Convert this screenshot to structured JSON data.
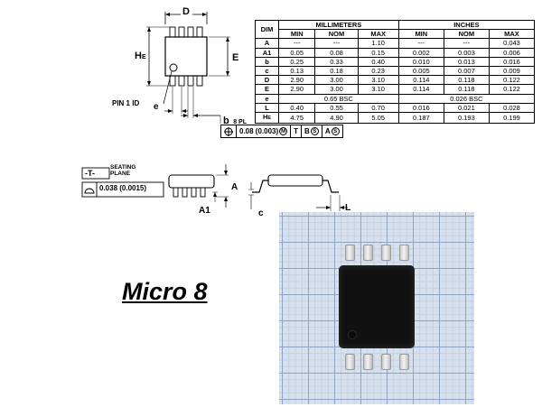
{
  "top_view": {
    "dim_d": "D",
    "dim_he_main": "H",
    "dim_he_sub": "E",
    "dim_e_side": "E",
    "pin1_label": "PIN 1 ID",
    "dim_e_pitch": "e",
    "dim_b_main": "b",
    "dim_b_note": "8 PL"
  },
  "tolerance_frame": {
    "value": "0.08 (0.003)",
    "mod_m": "M",
    "datum_t": "T",
    "datum_b": "B",
    "mod_s1": "S",
    "datum_a": "A",
    "mod_s2": "S"
  },
  "side_view": {
    "datum_t": "-T-",
    "seating_line1": "SEATING",
    "seating_line2": "PLANE",
    "flatness_value": "0.038 (0.0015)",
    "dim_a": "A",
    "dim_a1": "A1",
    "dim_c": "c",
    "dim_l": "L"
  },
  "table": {
    "header_dim": "DIM",
    "header_mm": "MILLIMETERS",
    "header_in": "INCHES",
    "sub_headers": [
      "MIN",
      "NOM",
      "MAX",
      "MIN",
      "NOM",
      "MAX"
    ],
    "rows": [
      {
        "dim": "A",
        "cells": [
          "---",
          "---",
          "1.10",
          "---",
          "---",
          "0.043"
        ]
      },
      {
        "dim": "A1",
        "cells": [
          "0.05",
          "0.08",
          "0.15",
          "0.002",
          "0.003",
          "0.006"
        ]
      },
      {
        "dim": "b",
        "cells": [
          "0.25",
          "0.33",
          "0.40",
          "0.010",
          "0.013",
          "0.016"
        ]
      },
      {
        "dim": "c",
        "cells": [
          "0.13",
          "0.18",
          "0.23",
          "0.005",
          "0.007",
          "0.009"
        ]
      },
      {
        "dim": "D",
        "cells": [
          "2.90",
          "3.00",
          "3.10",
          "0.114",
          "0.118",
          "0.122"
        ]
      },
      {
        "dim": "E",
        "cells": [
          "2.90",
          "3.00",
          "3.10",
          "0.114",
          "0.118",
          "0.122"
        ]
      }
    ],
    "row_e": {
      "dim": "e",
      "mm": "0.65 BSC",
      "in": "0.026 BSC"
    },
    "rows_tail": [
      {
        "dim": "L",
        "cells": [
          "0.40",
          "0.55",
          "0.70",
          "0.016",
          "0.021",
          "0.028"
        ]
      },
      {
        "dim": "HE",
        "cells": [
          "4.75",
          "4.90",
          "5.05",
          "0.187",
          "0.193",
          "0.199"
        ]
      }
    ]
  },
  "package_name": "Micro 8"
}
